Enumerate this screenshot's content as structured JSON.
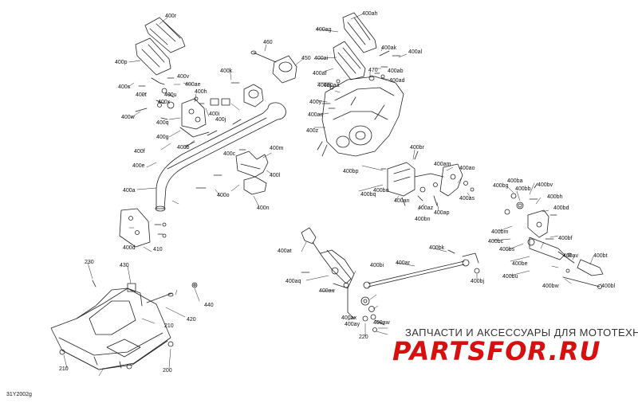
{
  "diagram": {
    "document_code": "31Y2002g",
    "watermark": {
      "tagline": "ЗАПЧАСТИ И АКСЕССУАРЫ ДЛЯ МОТОТЕХНИКИ",
      "logo": "PARTSFOR.RU",
      "logo_color": "#d60f0f"
    },
    "callouts": [
      "400r",
      "400p",
      "400s",
      "400t",
      "400u",
      "400v",
      "400ae",
      "400w",
      "400x",
      "400q",
      "400g",
      "400h",
      "400i",
      "400j",
      "400k",
      "460",
      "450",
      "400b",
      "400f",
      "400e",
      "400a",
      "400c",
      "400d",
      "400l",
      "400m",
      "400n",
      "400o",
      "400ah",
      "400ag",
      "400ai",
      "400aj",
      "400ak",
      "400al",
      "400af",
      "400z",
      "400y",
      "400ad",
      "400ab",
      "400ac",
      "470",
      "400aa",
      "400br",
      "400bp",
      "400bq",
      "400bo",
      "400an",
      "400am",
      "400ao",
      "400bn",
      "400ap",
      "400as",
      "400az",
      "400ba",
      "400bb",
      "400bg",
      "400bv",
      "400bh",
      "400bd",
      "400bm",
      "400bc",
      "400bf",
      "400av",
      "400bs",
      "400bt",
      "400be",
      "400bu",
      "400bw",
      "400bl",
      "400bj",
      "400bk",
      "400bi",
      "400ar",
      "400at",
      "400aq",
      "400au",
      "400ax",
      "400ay",
      "400aw",
      "220",
      "230",
      "430",
      "440",
      "410",
      "420",
      "210",
      "210",
      "200"
    ]
  }
}
